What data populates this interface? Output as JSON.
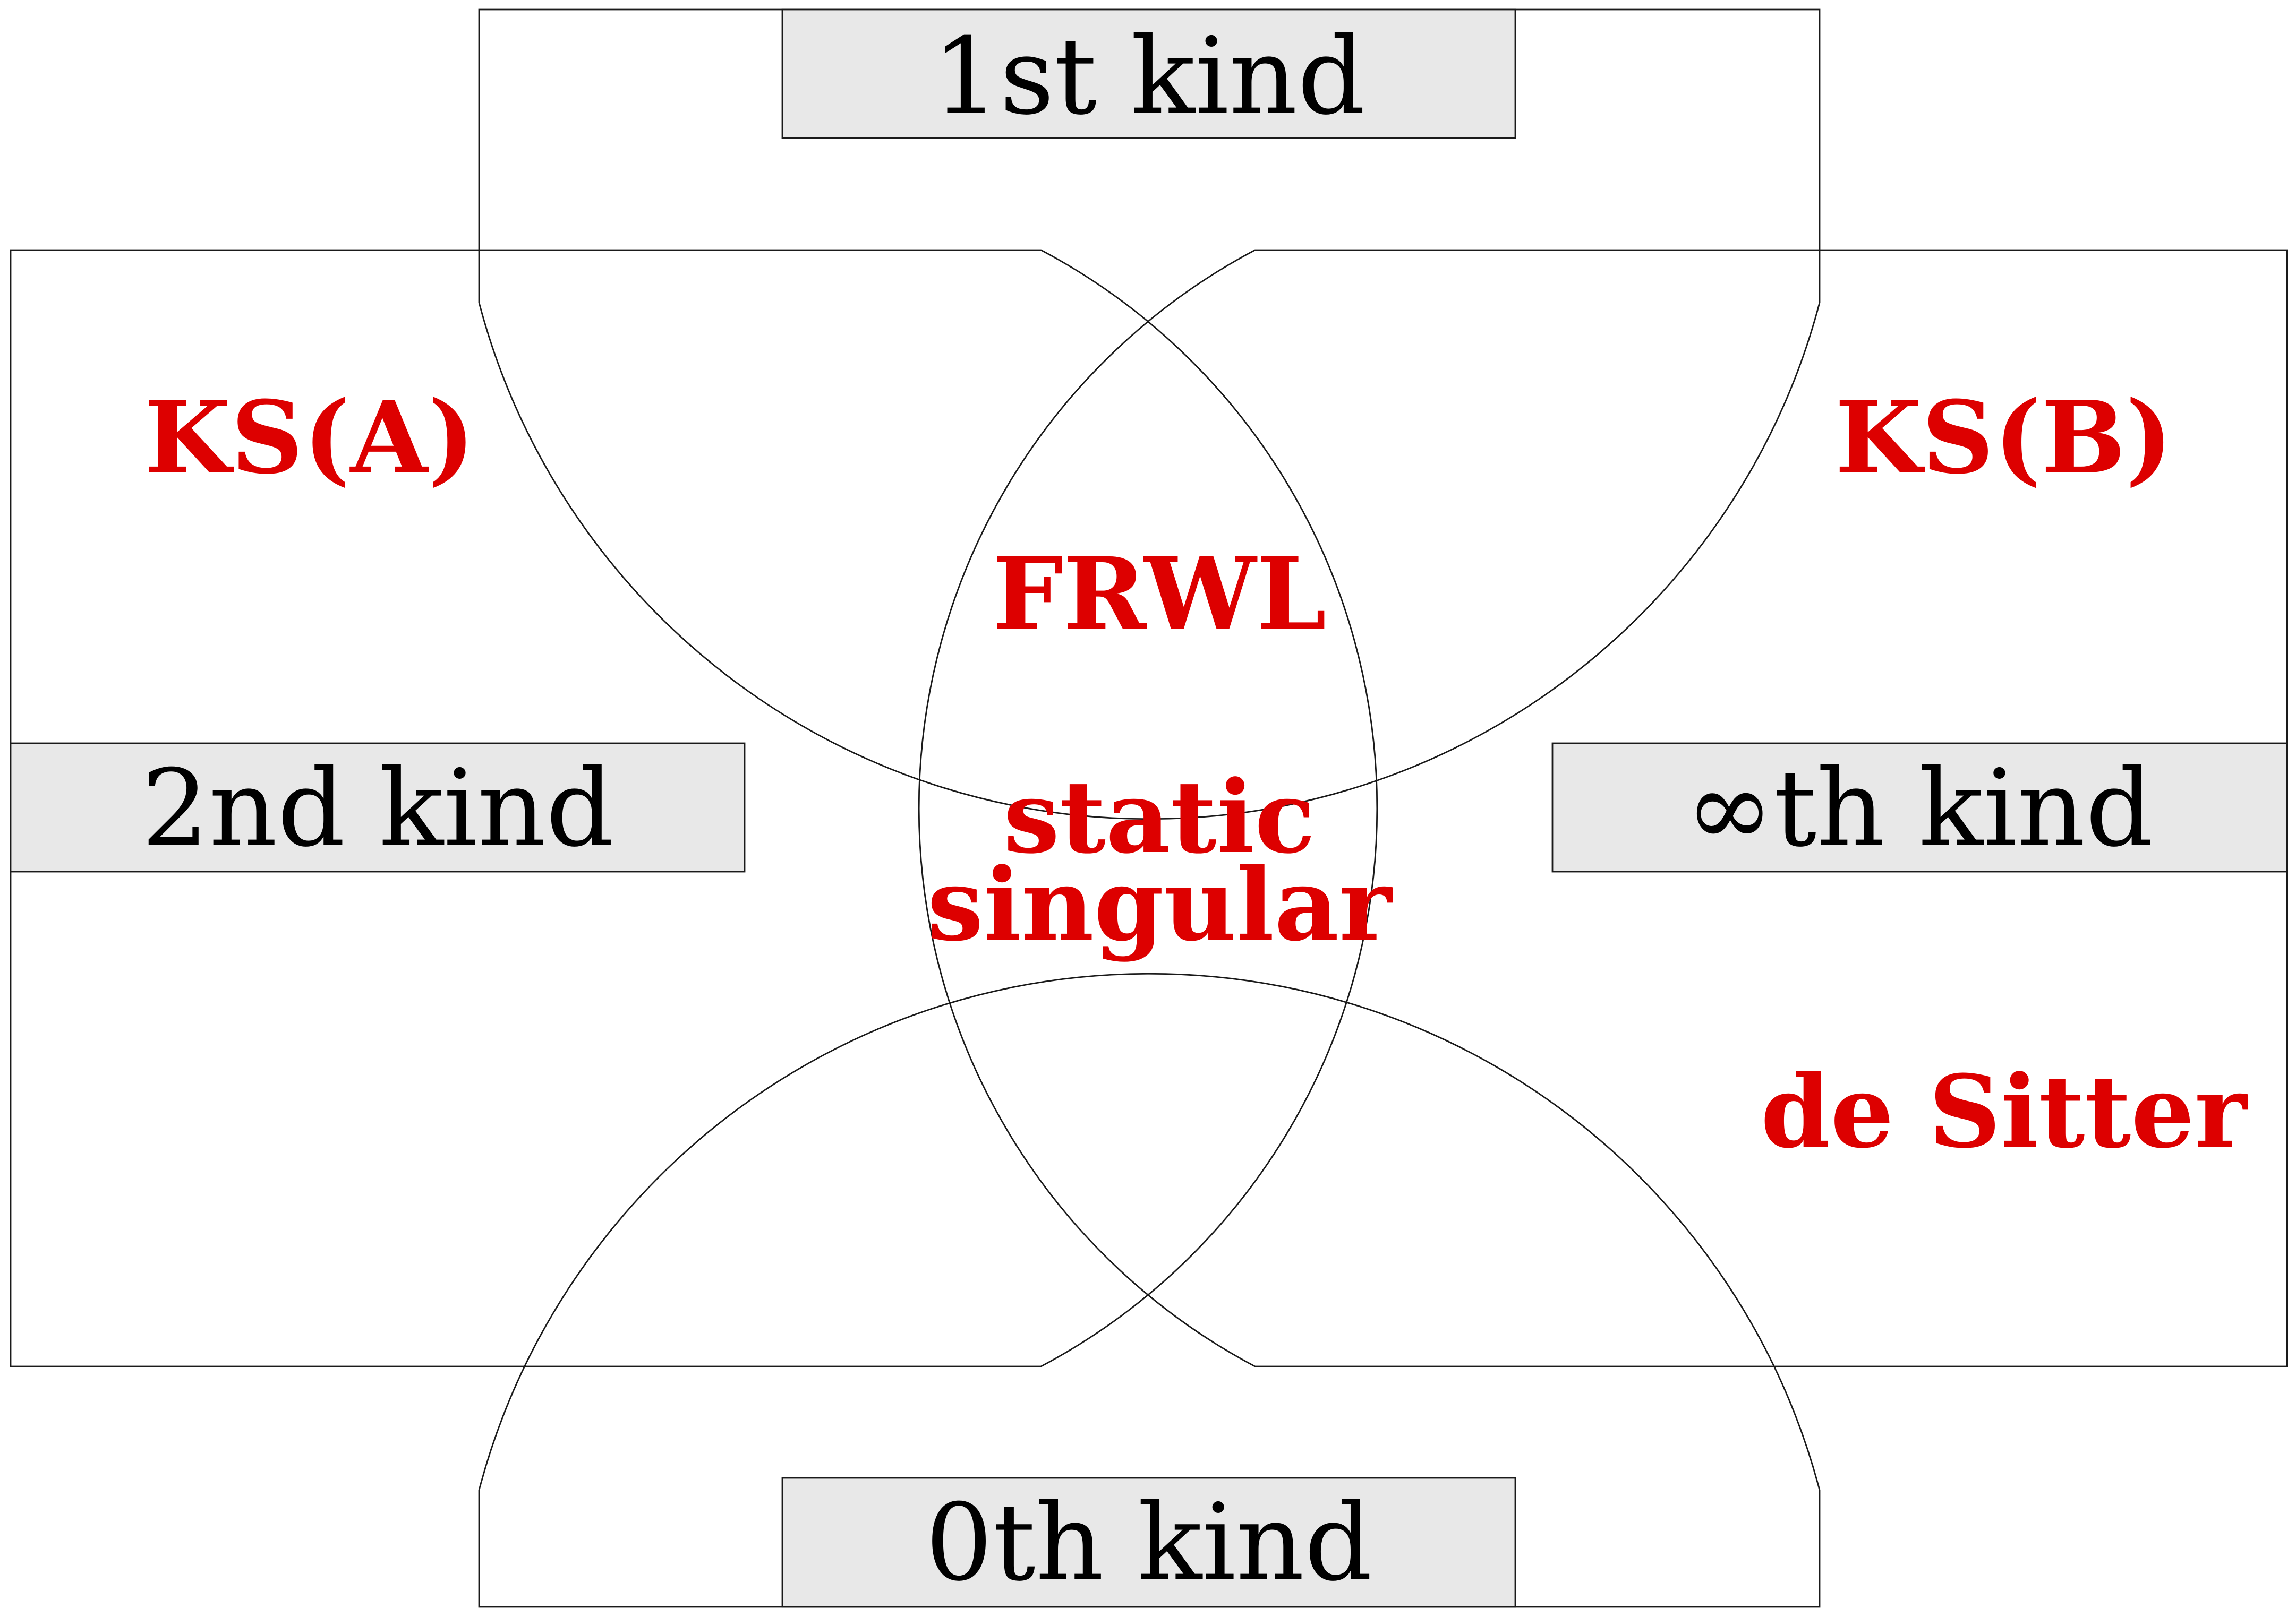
{
  "kind_boxes": {
    "first": "1st kind",
    "second": "2nd kind",
    "infinity": "∞th kind",
    "zeroth": "0th kind"
  },
  "class_labels": {
    "ks_a": "KS(A)",
    "ks_b": "KS(B)",
    "frwl": "FRWL",
    "static_line1": "static",
    "static_line2": "singular",
    "de_sitter": "de Sitter"
  },
  "colors": {
    "class_label": "#dd0000",
    "box_fill": "#e8e8e8",
    "outline": "#1a1a1a"
  }
}
